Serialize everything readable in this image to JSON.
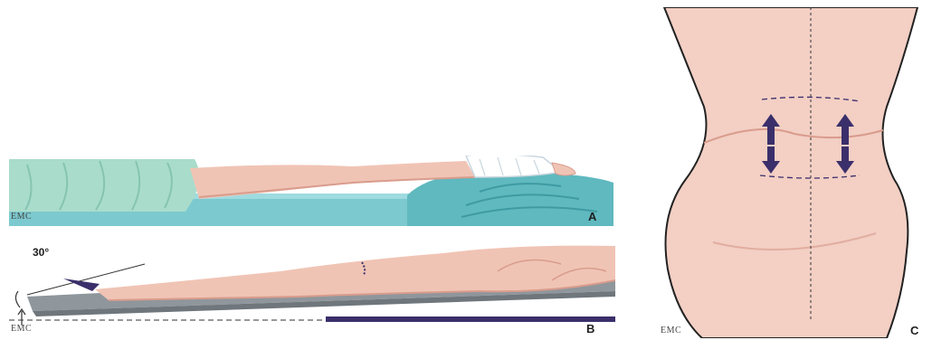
{
  "figure": {
    "panels": [
      {
        "label": "A",
        "watermark": "EMC"
      },
      {
        "label": "B",
        "watermark": "EMC",
        "angle_label": "30°"
      },
      {
        "label": "C",
        "watermark": "EMC"
      }
    ]
  },
  "colors": {
    "sheet_green": "#9fd3c3",
    "mattress_blue": "#6ec7cc",
    "skin": "#f0c4b5",
    "skin_shadow": "#d99c8c",
    "board_grey": "#8f969c",
    "accent_navy": "#3b2f6b"
  }
}
